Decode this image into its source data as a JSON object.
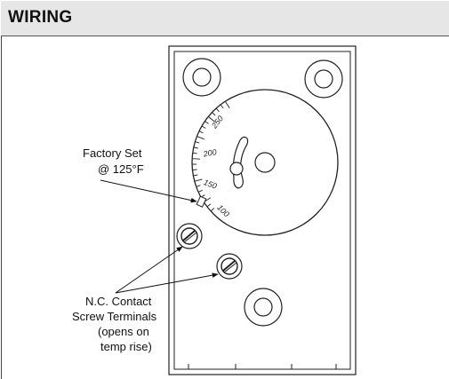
{
  "header": {
    "title": "WIRING"
  },
  "dial": {
    "scale_labels": [
      "250",
      "200",
      "150",
      "100"
    ]
  },
  "callouts": {
    "factory_set": {
      "line1": "Factory Set",
      "line2": "@ 125°F"
    },
    "contacts": {
      "line1": "N.C. Contact",
      "line2": "Screw Terminals",
      "line3": "(opens on",
      "line4": "temp rise)"
    }
  }
}
